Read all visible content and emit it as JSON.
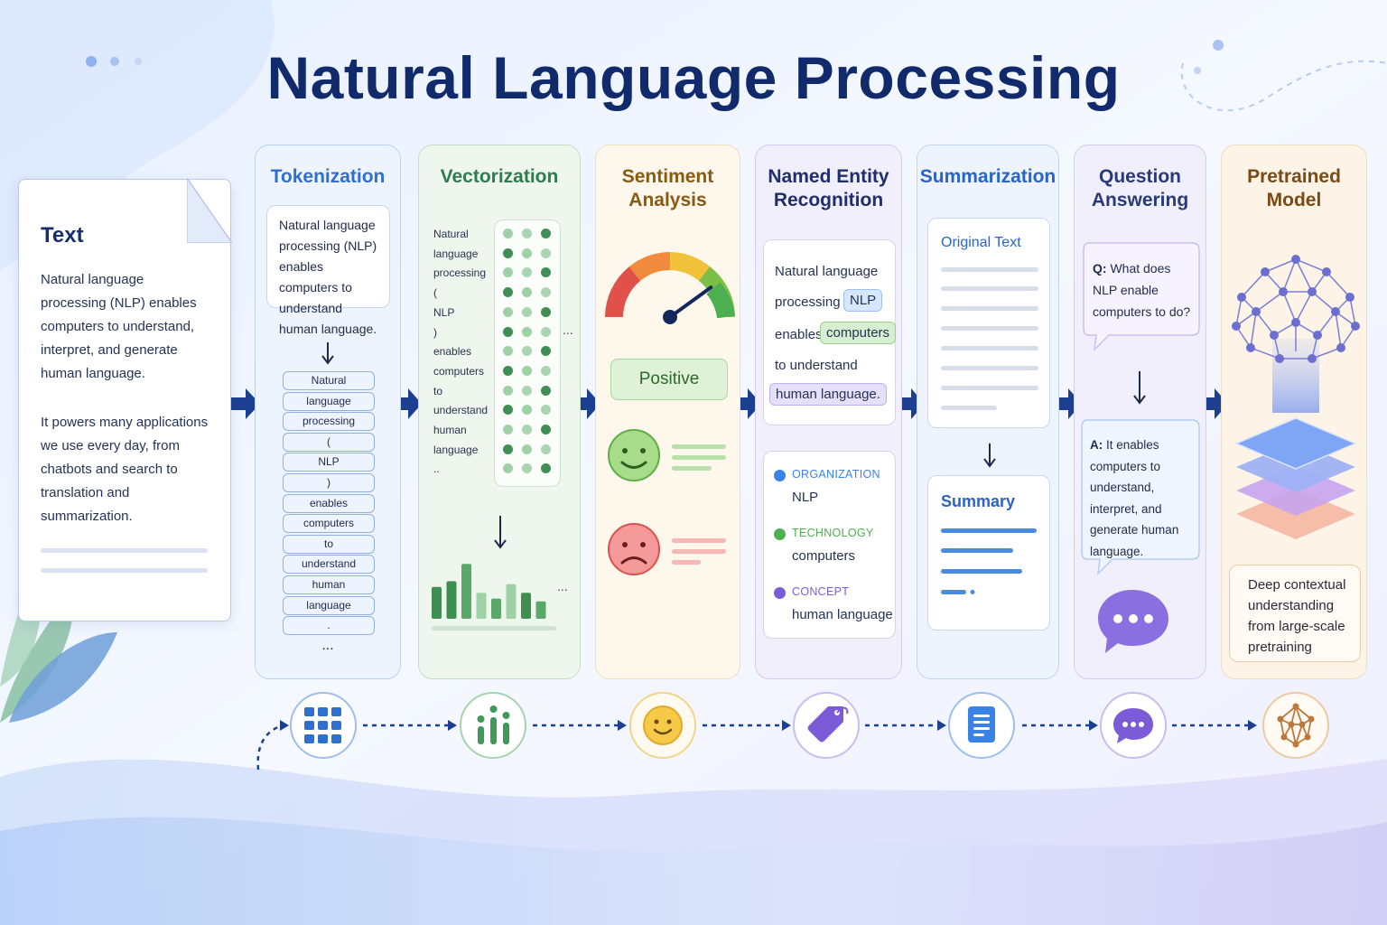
{
  "title": "Natural Language Processing",
  "text_card": {
    "heading": "Text",
    "para1": "Natural language processing (NLP) enables computers to understand, interpret, and generate human language.",
    "para2": "It powers many applications we use every day, from chatbots and search to translation and summarization."
  },
  "panels": {
    "tokenization": {
      "title": "Tokenization",
      "source": "Natural language processing (NLP) enables computers to understand human language.",
      "tokens": [
        "Natural",
        "language",
        "processing",
        "(",
        "NLP",
        ")",
        "enables",
        "computers",
        "to",
        "understand",
        "human",
        "language",
        "."
      ],
      "more": "..."
    },
    "vectorization": {
      "title": "Vectorization",
      "words": [
        "Natural",
        "language",
        "processing",
        "(",
        "NLP",
        ")",
        "enables",
        "computers",
        "to",
        "understand",
        "human",
        "language",
        ".."
      ],
      "more": "...",
      "bar_levels": [
        0.55,
        0.65,
        0.95,
        0.45,
        0.35,
        0.6,
        0.45,
        0.3
      ],
      "bar_more": "..."
    },
    "sentiment": {
      "title": "Sentiment Analysis",
      "label": "Positive",
      "gauge_level": 0.8
    },
    "ner": {
      "title": "Named Entity Recognition",
      "sentence_parts": [
        "Natural language",
        "processing",
        "NLP",
        "enables",
        "computers",
        "to understand",
        "human language."
      ],
      "entities": [
        {
          "type": "ORGANIZATION",
          "value": "NLP",
          "color": "#3b82e6"
        },
        {
          "type": "TECHNOLOGY",
          "value": "computers",
          "color": "#4caf50"
        },
        {
          "type": "CONCEPT",
          "value": "human language",
          "color": "#7b5cd6"
        }
      ]
    },
    "summarization": {
      "title": "Summarization",
      "original_label": "Original Text",
      "summary_label": "Summary"
    },
    "qa": {
      "title": "Question Answering",
      "q_prefix": "Q:",
      "question": "What does NLP enable computers to do?",
      "a_prefix": "A:",
      "answer": "It enables computers to understand, interpret, and generate human language."
    },
    "pretrained": {
      "title": "Pretrained Model",
      "caption": "Deep contextual understanding from large-scale pretraining"
    }
  },
  "icons": [
    "grid-icon",
    "bar-chart-icon",
    "smiley-icon",
    "tag-icon",
    "document-icon",
    "chat-bubble-icon",
    "network-icon"
  ],
  "colors": {
    "title": "#102a6b",
    "tokenization": "#2f6fd0",
    "vectorization": "#2e7d4f",
    "sentiment": "#8a5a12",
    "ner": "#1f2f6e",
    "summarization": "#2a64c4",
    "qa": "#283a7a",
    "pretrained": "#7a4a14",
    "arrow": "#1c3f8f"
  }
}
